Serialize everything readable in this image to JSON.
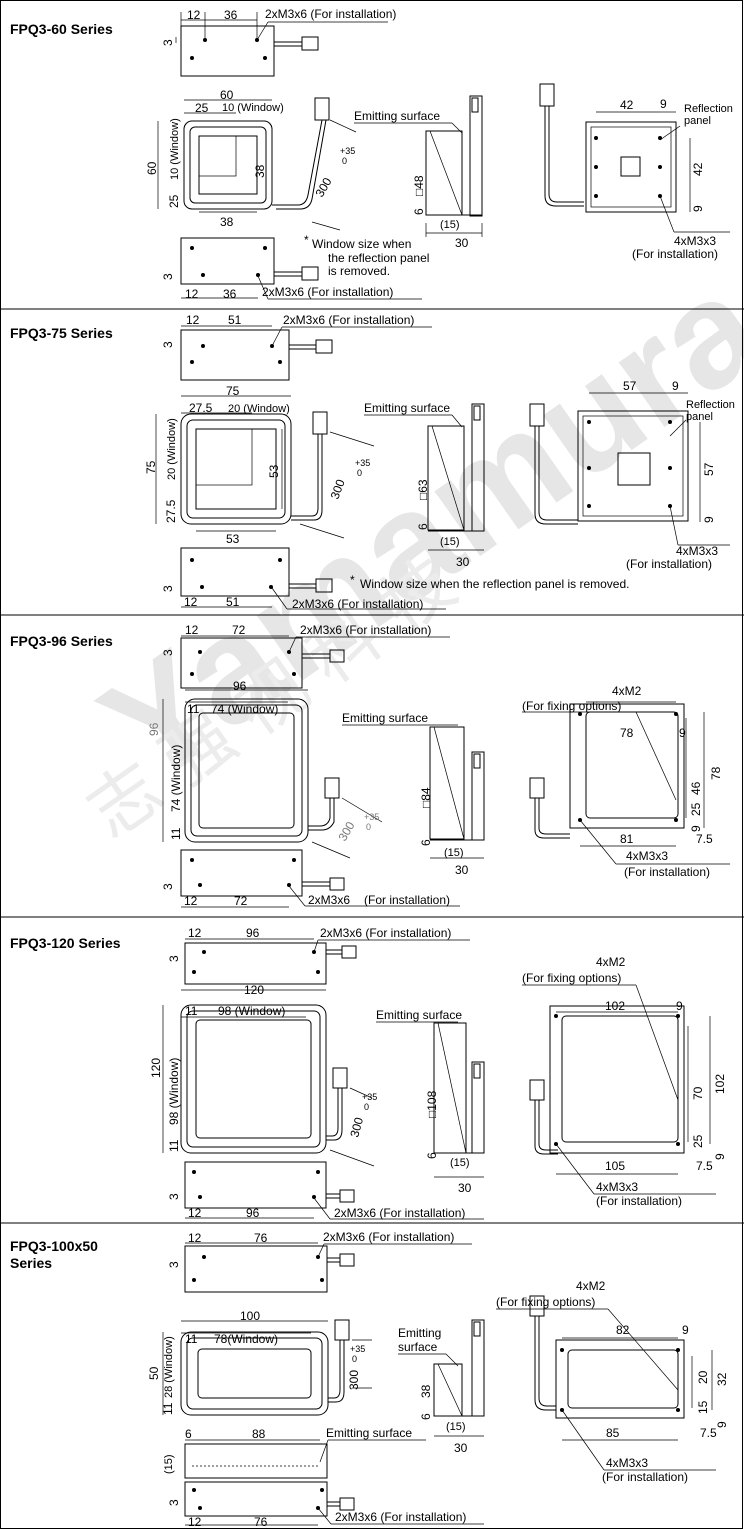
{
  "sections": [
    {
      "title": "FPQ3-60 Series",
      "dims": {
        "t_12": "12",
        "t_36": "36",
        "t_screw": "2xM3x6 (For installation)",
        "t_3": "3",
        "f_60w": "60",
        "f_25": "25",
        "f_10": "10 (Window)",
        "f_60h": "60",
        "f_10v": "10 (Window)",
        "f_25v": "25",
        "f_38v": "38",
        "f_38": "38",
        "cable": "300",
        "tol": "+35",
        "tol0": "0",
        "emit": "Emitting surface",
        "sq": "□48",
        "s6": "6",
        "s15": "(15)",
        "s30": "30",
        "r42": "42",
        "r9": "9",
        "refl": "Reflection",
        "refl2": "panel",
        "r42v": "42",
        "r9v": "9",
        "m3": "4xM3x3",
        "inst": "(For installation)",
        "note1": "Window size when",
        "note2": "the reflection panel",
        "note3": "is removed.",
        "b_3": "3",
        "b_12": "12",
        "b_36": "36",
        "b_screw": "2xM3x6 (For installation)"
      }
    },
    {
      "title": "FPQ3-75 Series",
      "dims": {
        "t_12": "12",
        "t_51": "51",
        "t_screw": "2xM3x6 (For installation)",
        "t_3": "3",
        "f_75w": "75",
        "f_275": "27.5",
        "f_20": "20 (Window)",
        "f_75h": "75",
        "f_20v": "20 (Window)",
        "f_275v": "27.5",
        "f_53v": "53",
        "f_53": "53",
        "cable": "300",
        "tol": "+35",
        "tol0": "0",
        "emit": "Emitting surface",
        "sq": "□63",
        "s6": "6",
        "s15": "(15)",
        "s30": "30",
        "r57": "57",
        "r9": "9",
        "refl": "Reflection",
        "refl2": "panel",
        "r57v": "57",
        "r9v": "9",
        "m3": "4xM3x3",
        "inst": "(For installation)",
        "note": "Window size when the reflection panel is removed.",
        "b_3": "3",
        "b_12": "12",
        "b_51": "51",
        "b_screw": "2xM3x6 (For installation)"
      }
    },
    {
      "title": "FPQ3-96 Series",
      "dims": {
        "t_12": "12",
        "t_72": "72",
        "t_screw": "2xM3x6 (For installation)",
        "t_3": "3",
        "f_96w": "96",
        "f_11": "11",
        "f_74": "74 (Window)",
        "f_96h": "96",
        "f_74v": "74 (Window)",
        "f_11v": "11",
        "cable": "300",
        "tol": "+35",
        "tol0": "0",
        "emit": "Emitting surface",
        "sq": "□84",
        "s6": "6",
        "s15": "(15)",
        "s30": "30",
        "m2": "4xM2",
        "fix": "(For fixing options)",
        "r78": "78",
        "r9": "9",
        "r46": "46",
        "r78v": "78",
        "r25": "25",
        "r9v": "9",
        "r81": "81",
        "r75": "7.5",
        "m3": "4xM3x3",
        "inst": "(For installation)",
        "b_3": "3",
        "b_12": "12",
        "b_72": "72",
        "b_screw": "2xM3x6",
        "b_inst": "(For installation)"
      }
    },
    {
      "title": "FPQ3-120 Series",
      "dims": {
        "t_12": "12",
        "t_96": "96",
        "t_screw": "2xM3x6 (For installation)",
        "t_3": "3",
        "f_120w": "120",
        "f_11": "11",
        "f_98": "98 (Window)",
        "f_120h": "120",
        "f_98v": "98 (Window)",
        "f_11v": "11",
        "cable": "300",
        "tol": "+35",
        "tol0": "0",
        "emit": "Emitting surface",
        "sq": "□108",
        "s6": "6",
        "s15": "(15)",
        "s30": "30",
        "m2": "4xM2",
        "fix": "(For fixing options)",
        "r102": "102",
        "r9": "9",
        "r70": "70",
        "r102v": "102",
        "r25": "25",
        "r9v": "9",
        "r105": "105",
        "r75": "7.5",
        "m3": "4xM3x3",
        "inst": "(For installation)",
        "b_3": "3",
        "b_12": "12",
        "b_96": "96",
        "b_screw": "2xM3x6 (For installation)"
      }
    },
    {
      "title": "FPQ3-100x50",
      "title2": "Series",
      "dims": {
        "t_12": "12",
        "t_76": "76",
        "t_screw": "2xM3x6 (For installation)",
        "t_3": "3",
        "f_100w": "100",
        "f_11": "11",
        "f_78": "78(Window)",
        "f_50": "50",
        "f_28": "28 (Window)",
        "f_11v": "11",
        "cable": "300",
        "tol": "+35",
        "tol0": "0",
        "emit1": "Emitting",
        "emit2": "surface",
        "s38": "38",
        "s6": "6",
        "s15": "(15)",
        "s30": "30",
        "m2": "4xM2",
        "fix": "(For fixing options)",
        "r82": "82",
        "r9": "9",
        "r20": "20",
        "r32": "32",
        "r15": "15",
        "r9v": "9",
        "r85": "85",
        "r75": "7.5",
        "m3": "4xM3x3",
        "inst": "(For installation)",
        "b_6": "6",
        "b_88": "88",
        "b_emit": "Emitting surface",
        "b_15": "(15)",
        "b_3": "3",
        "b_12": "12",
        "b_76": "76",
        "b_screw": "2xM3x6 (For installation)"
      }
    }
  ],
  "watermark": {
    "big": "Yamamura",
    "cjk": "志 强 视 科 技"
  }
}
